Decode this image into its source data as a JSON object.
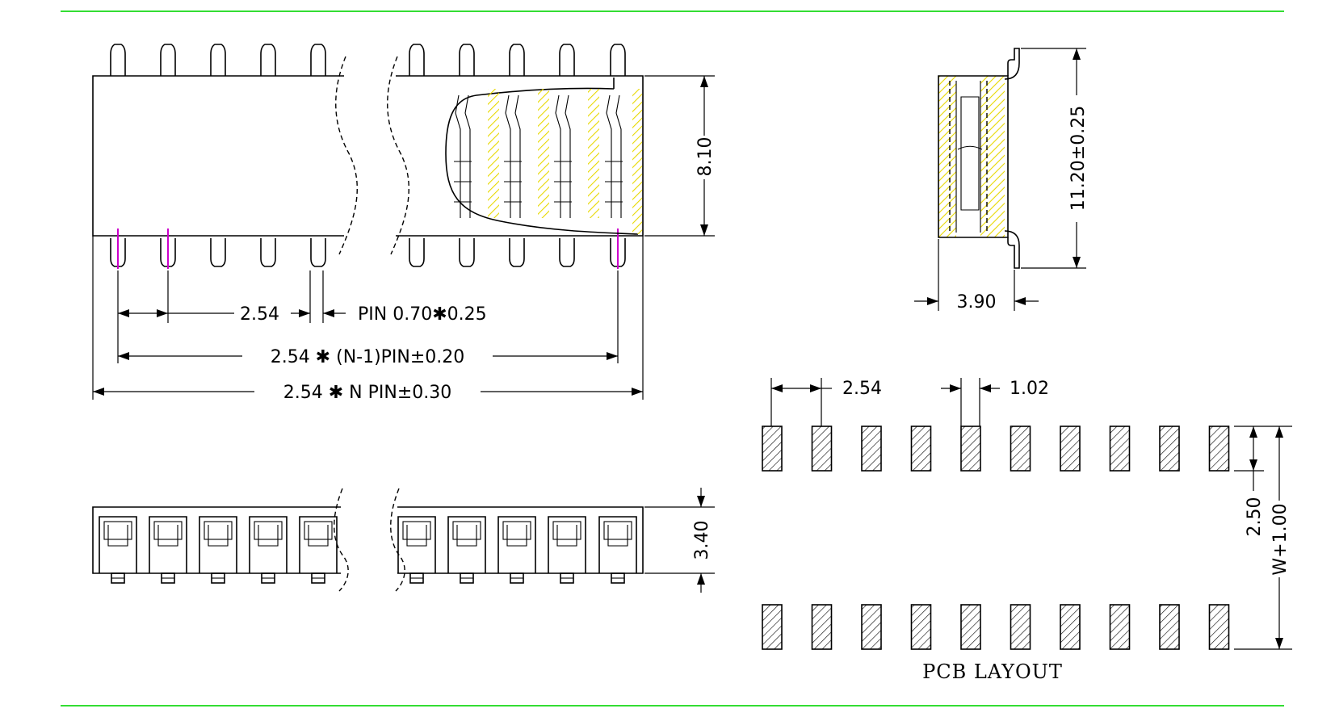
{
  "colors": {
    "frame_line": "#33dd33",
    "line": "#000000",
    "highlight": "#f0e000",
    "pin_mark": "#cc00cc"
  },
  "front_view": {
    "height_label": "8.10",
    "pitch_label": "2.54",
    "pin_label": "PIN 0.70✱0.25",
    "span_label": "2.54 ✱ (N-1)PIN±0.20",
    "total_label": "2.54 ✱ N PIN±0.30"
  },
  "side_view": {
    "height_label": "11.20±0.25",
    "width_label": "3.90"
  },
  "bottom_view": {
    "height_label": "3.40"
  },
  "pcb_layout": {
    "title": "PCB LAYOUT",
    "pitch_label": "2.54",
    "pad_width_label": "1.02",
    "pad_length_label": "2.50",
    "row_span_label": "W+1.00",
    "pads_per_row": 10
  }
}
